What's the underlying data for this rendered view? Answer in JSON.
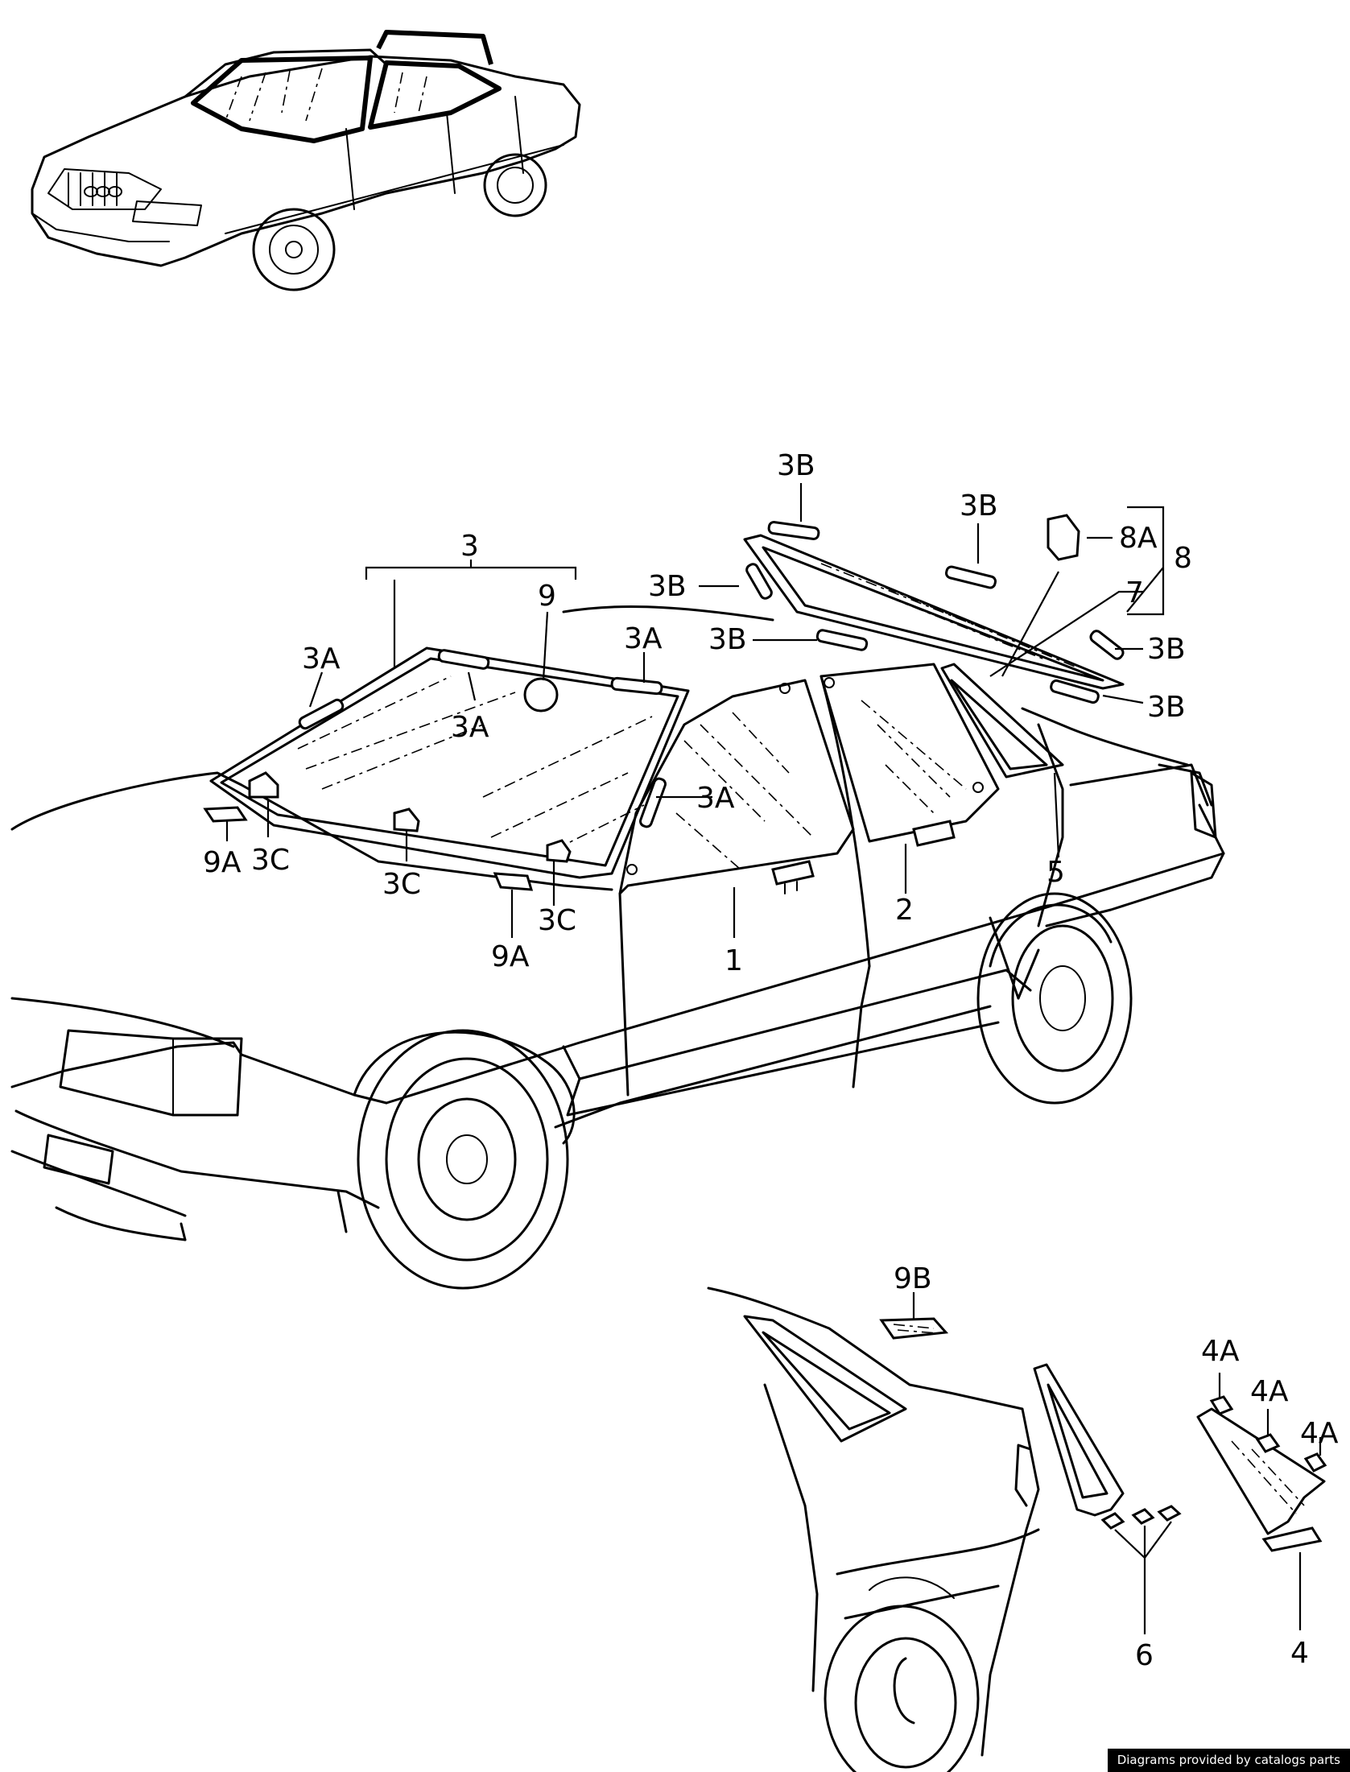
{
  "callouts": {
    "c3": "3",
    "c9": "9",
    "c3a_left": "3A",
    "c3a_mid": "3A",
    "c3a_right": "3A",
    "c3a_door": "3A",
    "c3b_top": "3B",
    "c3b_topright": "3B",
    "c3b_left": "3B",
    "c3b_mid": "3B",
    "c3b_right1": "3B",
    "c3b_right2": "3B",
    "c8a": "8A",
    "c8": "8",
    "c7": "7",
    "c5": "5",
    "c2": "2",
    "c1": "1",
    "c3c_left": "3C",
    "c3c_mid": "3C",
    "c3c_right": "3C",
    "c9a_left": "9A",
    "c9a_right": "9A",
    "c9b": "9B",
    "c4a_1": "4A",
    "c4a_2": "4A",
    "c4a_3": "4A",
    "c6": "6",
    "c4": "4"
  },
  "credit": "Diagrams provided by catalogs parts"
}
